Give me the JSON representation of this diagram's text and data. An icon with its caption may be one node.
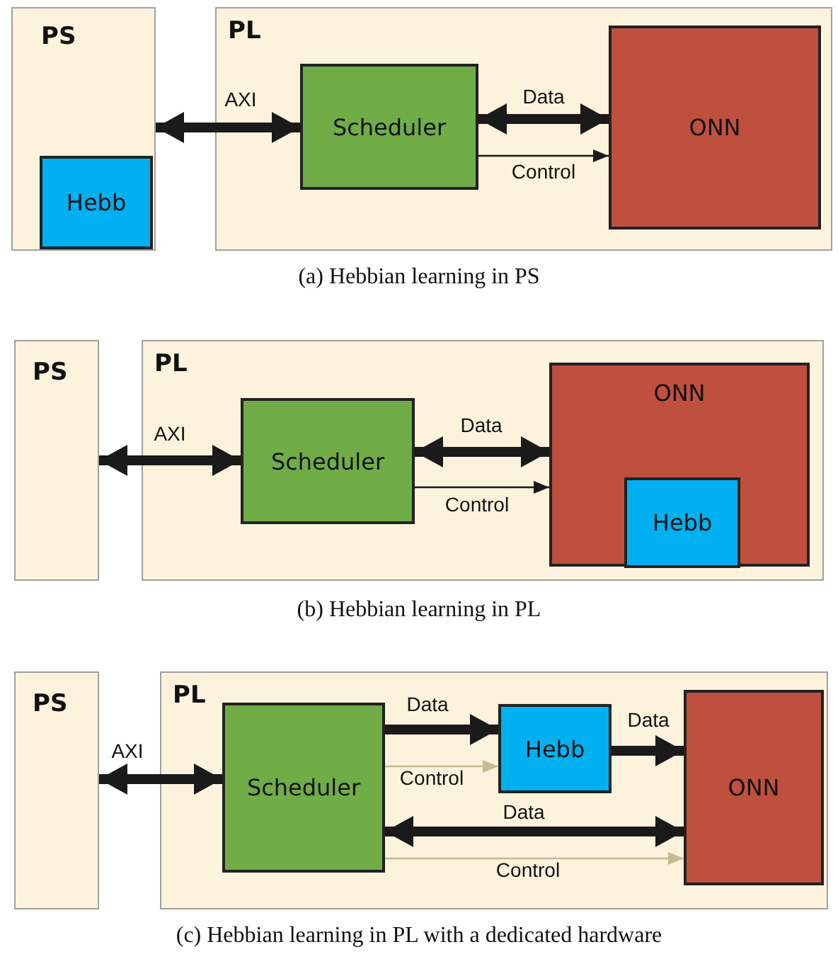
{
  "diagram": {
    "nodes": [
      {
        "text": [
          "PS"
        ]
      },
      {
        "text": [
          "Hebb"
        ],
        "in": 0
      },
      {
        "text": [
          "PL"
        ]
      },
      {
        "text": [
          "Scheduler"
        ],
        "in": 2
      },
      {
        "text": [
          "ONN"
        ],
        "in": 2
      },
      {
        "text": [
          "PS"
        ]
      },
      {
        "text": [
          "PL"
        ]
      },
      {
        "text": [
          "Scheduler"
        ],
        "in": 6
      },
      {
        "text": [
          "ONN"
        ],
        "in": 6
      },
      {
        "text": [
          "Hebb"
        ],
        "in": 8
      },
      {
        "text": [
          "PS"
        ]
      },
      {
        "text": [
          "PL"
        ]
      },
      {
        "text": [
          "Scheduler"
        ],
        "in": 11
      },
      {
        "text": [
          "Hebb"
        ],
        "in": 11
      },
      {
        "text": [
          "ONN"
        ],
        "in": 11
      }
    ],
    "edges": [
      {
        "from": 0,
        "to": 3,
        "arrow": "both",
        "label": "AXI"
      },
      {
        "from": 3,
        "to": 4,
        "arrow": "both",
        "label": "Data"
      },
      {
        "from": 3,
        "to": 4,
        "arrow": "to",
        "label": "Control"
      },
      {
        "from": 5,
        "to": 7,
        "arrow": "both",
        "label": "AXI"
      },
      {
        "from": 7,
        "to": 8,
        "arrow": "both",
        "label": "Data"
      },
      {
        "from": 7,
        "to": 8,
        "arrow": "to",
        "label": "Control"
      },
      {
        "from": 10,
        "to": 12,
        "arrow": "both",
        "label": "AXI"
      },
      {
        "from": 12,
        "to": 13,
        "arrow": "to",
        "label": "Data"
      },
      {
        "from": 12,
        "to": 13,
        "arrow": "to",
        "label": "Control",
        "color": "#c8b994"
      },
      {
        "from": 13,
        "to": 14,
        "arrow": "to",
        "label": "Data"
      },
      {
        "from": 12,
        "to": 14,
        "arrow": "both",
        "label": "Data"
      },
      {
        "from": 12,
        "to": 14,
        "arrow": "to",
        "label": "Control",
        "color": "#c8b994"
      }
    ],
    "labels": [
      "(a) Hebbian learning in PS",
      "(b) Hebbian learning in PL",
      "(c) Hebbian learning in PL with a dedicated hardware"
    ]
  }
}
